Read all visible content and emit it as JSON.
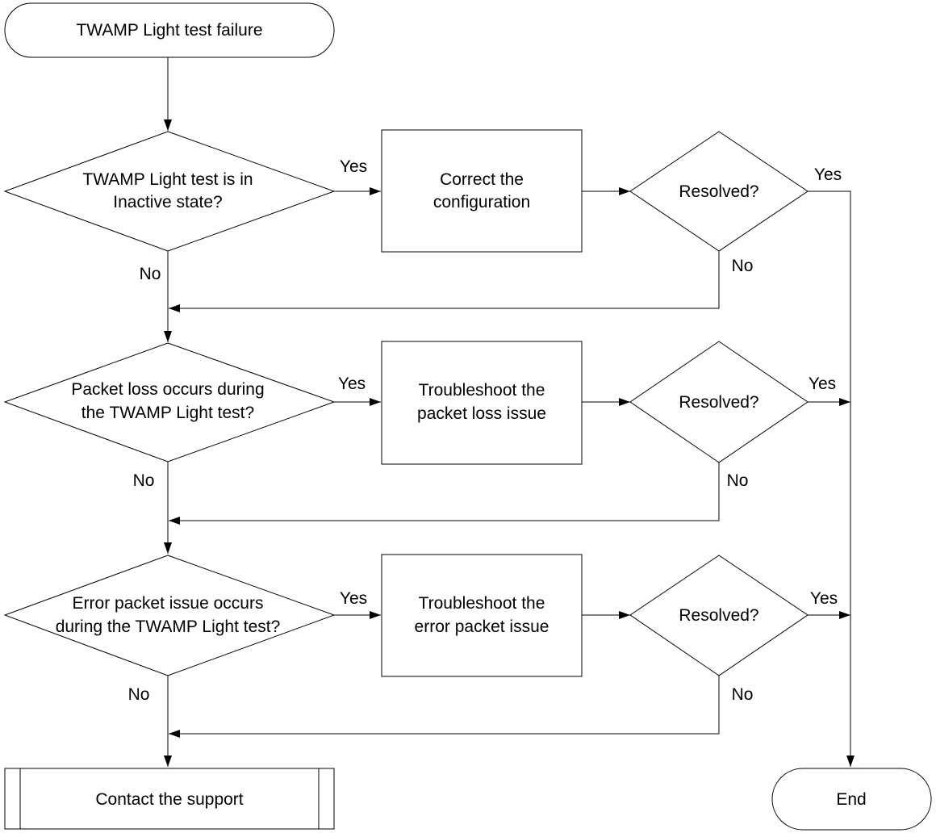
{
  "flowchart": {
    "start": "TWAMP Light test failure",
    "end": "End",
    "support": "Contact the support",
    "decisions": [
      {
        "line1": "TWAMP Light test is in",
        "line2": "Inactive state?"
      },
      {
        "line1": "Packet loss occurs during",
        "line2": "the TWAMP Light test?"
      },
      {
        "line1": "Error packet issue occurs",
        "line2": "during the TWAMP Light test?"
      }
    ],
    "actions": [
      {
        "line1": "Correct the",
        "line2": "configuration"
      },
      {
        "line1": "Troubleshoot the",
        "line2": "packet loss issue"
      },
      {
        "line1": "Troubleshoot the",
        "line2": "error packet issue"
      }
    ],
    "resolved": [
      "Resolved?",
      "Resolved?",
      "Resolved?"
    ],
    "labels": {
      "yes": "Yes",
      "no": "No"
    }
  }
}
